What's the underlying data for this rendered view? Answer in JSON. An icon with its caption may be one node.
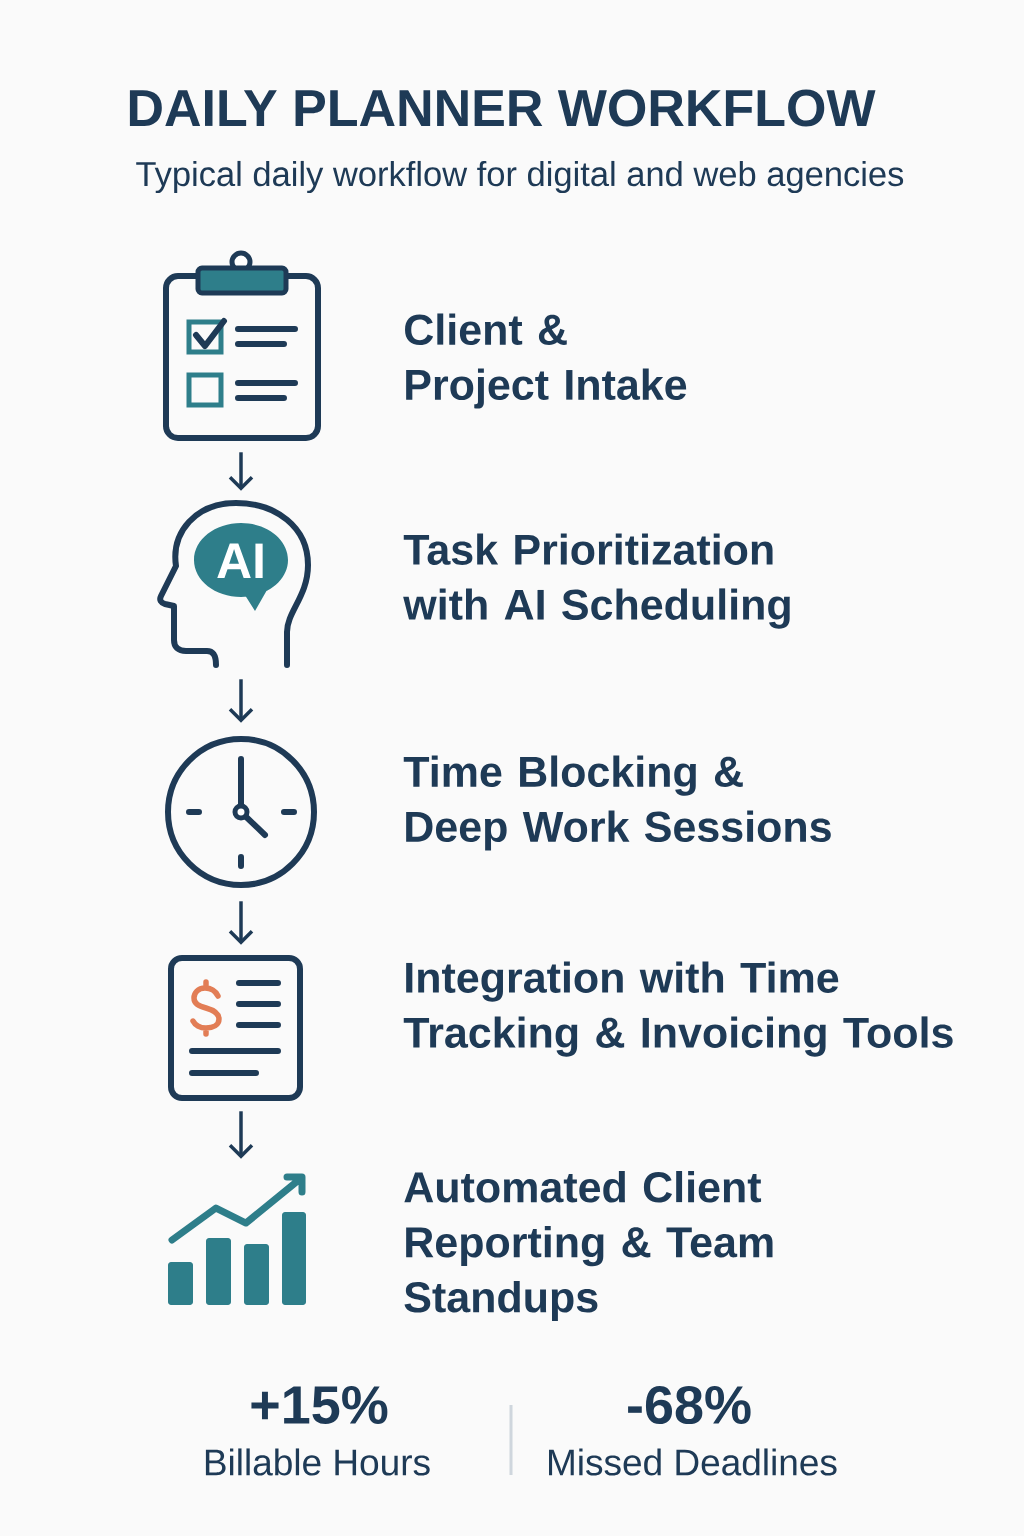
{
  "diagram": {
    "title": "DAILY PLANNER WORKFLOW",
    "nodes": [
      {
        "text": [],
        "shape": "picture",
        "beside": [
          "Client & Project Intake"
        ]
      },
      {
        "text": [
          "AI"
        ],
        "beside": [
          "Task Prioritization with AI Scheduling"
        ]
      },
      {
        "text": [],
        "shape": "picture",
        "beside": [
          "Time Blocking & Deep Work Sessions"
        ]
      },
      {
        "text": [],
        "shape": "picture",
        "beside": [
          "Integration with Time Tracking & Invoicing Tools"
        ]
      },
      {
        "text": [],
        "shape": "picture",
        "beside": [
          "Automated Client Reporting & Team Standups"
        ]
      }
    ],
    "edges": [
      {
        "from": 0,
        "to": 1,
        "arrow": "to"
      },
      {
        "from": 1,
        "to": 2,
        "arrow": "to"
      },
      {
        "from": 2,
        "to": 3,
        "arrow": "to"
      },
      {
        "from": 3,
        "to": 4,
        "arrow": "to"
      }
    ],
    "labels": [
      "Typical daily workflow for digital and web agencies",
      "+15%",
      "Billable Hours",
      "-68%",
      "Missed Deadlines"
    ]
  }
}
